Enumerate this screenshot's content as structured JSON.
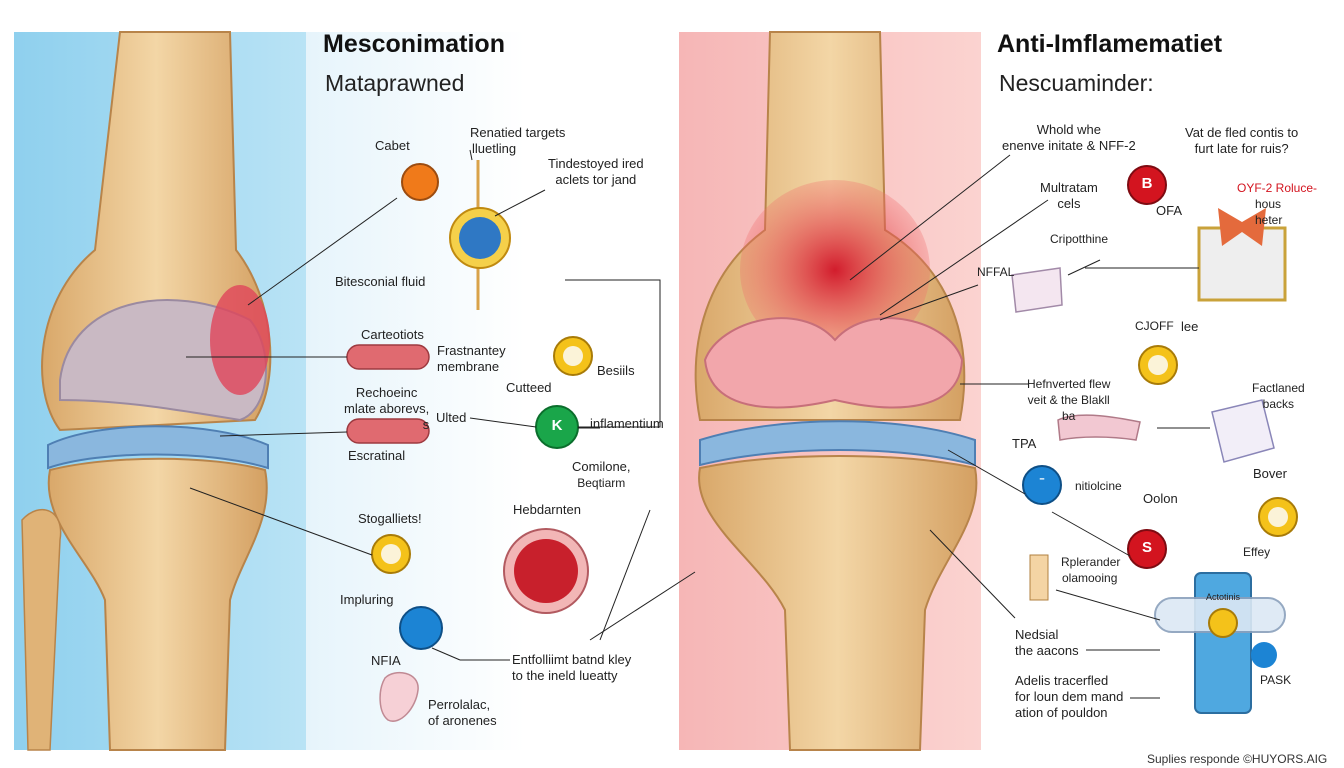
{
  "left": {
    "title": "Mesconimation",
    "subtitle": "Mataprawned",
    "labels": {
      "cabet": "Cabet",
      "renatied": [
        "Renatied targets",
        "lluetling"
      ],
      "tindestoyed": [
        "Tindestoyed ired",
        "aclets tor jand"
      ],
      "bitesonial": "Bitesconial fluid",
      "carteotiots": "Carteotiots",
      "frastnantey": [
        "Frastnantey",
        "membrane"
      ],
      "rechoeinc": [
        "Rechoeinc",
        "mlate aborevs,",
        "s"
      ],
      "ulted": "Ulted",
      "cutteed": "Cutteed",
      "besiils": "Besiils",
      "inflamentium": "inflamentium",
      "escratinal": "Escratinal",
      "comilone": [
        "Comilone,",
        "Beqtiarm"
      ],
      "stogalliets": "Stogalliets!",
      "hebdarnten": "Hebdarnten",
      "impluring": "Impluring",
      "nfla": "NFIA",
      "entfolliimt": [
        "Entfolliimt batnd kley",
        "to the ineld lueatty"
      ],
      "perrolalac": [
        "Perrolalac,",
        "of aronenes"
      ]
    },
    "badges": {
      "k": "K"
    }
  },
  "right": {
    "title": "Anti-Imflamematiet",
    "subtitle": "Nescuaminder:",
    "labels": {
      "whold": [
        "Whold whe",
        "enenve initate & NFF-2"
      ],
      "vat": [
        "Vat de fled contis to",
        "furt late for ruis?"
      ],
      "multratam": [
        "Multratam",
        "cels"
      ],
      "ofa": "OFA",
      "oyf": [
        "OYF-2 Roluce-",
        "hous",
        "heter"
      ],
      "cripotthine": "Cripotthine",
      "nffal": "NFFAL",
      "cjoff": "CJOFF",
      "lee": "lee",
      "hefnverted": [
        "Hefnverted flew",
        "veit & the Blakll",
        "ba"
      ],
      "factlaned": [
        "Factlaned",
        "backs"
      ],
      "tpa": "TPA",
      "nitiolcine": "nitiolcine",
      "bover": "Bover",
      "oolon": "Oolon",
      "rplerander": [
        "Rplerander",
        "olamooing"
      ],
      "effey": "Effey",
      "nedsial": [
        "Nedsial",
        "the aacons"
      ],
      "adelis": [
        "Adelis tracerfled",
        "for loun dem mand",
        "ation of pouldon"
      ],
      "pask": "PASK",
      "bottle_label": "Actotinis"
    },
    "badges": {
      "b": "B",
      "s": "S"
    }
  },
  "footer": "Suplies responde  ©HUYORS.AIG"
}
